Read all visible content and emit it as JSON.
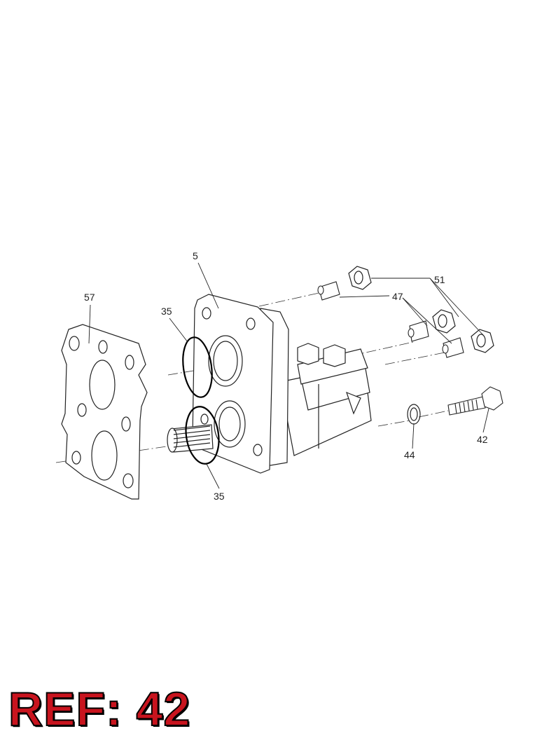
{
  "ref_badge": {
    "text": "REF: 42",
    "color": "#c8141e"
  },
  "callouts": {
    "c5": "5",
    "c57": "57",
    "c35_top": "35",
    "c35_bottom": "35",
    "c51": "51",
    "c47": "47",
    "c44": "44",
    "c42": "42"
  },
  "parts": {
    "gasket_plate": "57",
    "pump_body": "5",
    "o_ring": "35",
    "nut": "51",
    "fitting": "47",
    "washer": "44",
    "bolt": "42"
  }
}
